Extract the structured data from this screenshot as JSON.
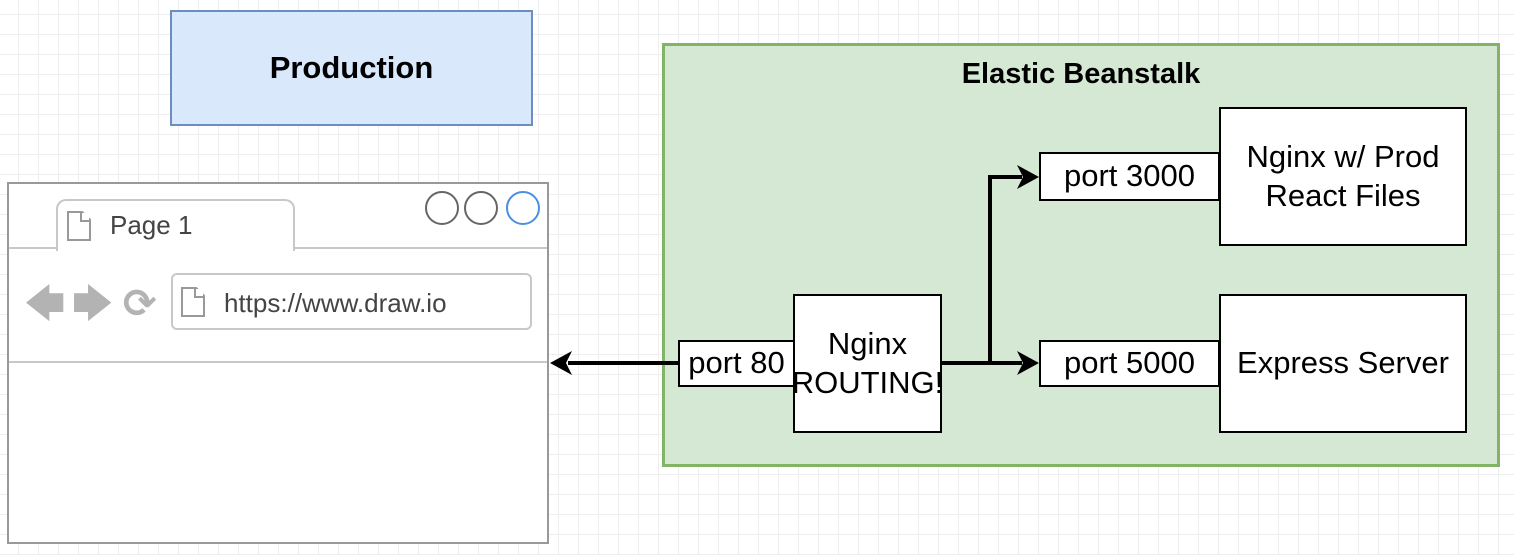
{
  "production_label": "Production",
  "beanstalk": {
    "title": "Elastic Beanstalk",
    "routing_box": {
      "line1": "Nginx",
      "line2": "ROUTING!"
    },
    "ports": {
      "p80": "port 80",
      "p3000": "port 3000",
      "p5000": "port 5000"
    },
    "nginx_prod": {
      "line1": "Nginx w/ Prod",
      "line2": "React Files"
    },
    "express": "Express Server"
  },
  "browser": {
    "tab_label": "Page 1",
    "url": "https://www.draw.io",
    "nav_icons": [
      "arrow-left-icon",
      "arrow-right-icon",
      "refresh-icon"
    ]
  },
  "colors": {
    "production_fill": "#dae8fc",
    "production_stroke": "#6c8ebf",
    "beanstalk_fill": "#d5e8d4",
    "beanstalk_stroke": "#82b366"
  }
}
